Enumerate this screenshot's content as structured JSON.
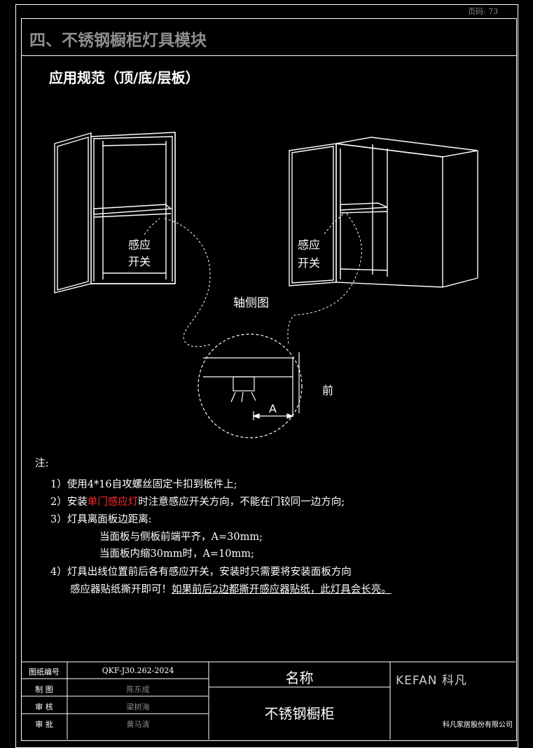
{
  "page_number": "页码: 73",
  "section_title": "四、不锈钢橱柜灯具模块",
  "sub_title": "应用规范（顶/底/层板）",
  "diagram": {
    "left_label_line1": "感应",
    "left_label_line2": "开关",
    "right_label_line1": "感应",
    "right_label_line2": "开关",
    "view_label": "轴侧图",
    "detail_front_label": "前",
    "dimension_label": "A"
  },
  "notes": {
    "heading": "注:",
    "n1": "1）使用4*16自攻螺丝固定卡扣到板件上;",
    "n2_prefix": "2）安装",
    "n2_highlight": "单门感应灯",
    "n2_suffix": "时注意感应开关方向，不能在门铰同一边方向;",
    "n3": "3）灯具离面板边距离:",
    "n3a": "当面板与侧板前端平齐，A=30mm;",
    "n3b": "当面板内缩30mm时，A=10mm;",
    "n4_line1": "4）灯具出线位置前后各有感应开关，安装时只需要将安装面板方向",
    "n4_line2_plain": "感应器贴纸撕开即可！",
    "n4_line2_underlined": "如果前后2边都撕开感应器贴纸，此灯具会长亮。"
  },
  "title_block": {
    "drawing_no_label": "图纸编号",
    "drawing_no_value": "QKF-J30.262-2024",
    "drawn_label": "制  图",
    "drawn_value": "陈东成",
    "review_label": "审  核",
    "review_value": "梁树海",
    "approve_label": "审  批",
    "approve_value": "黄马清",
    "name_label": "名称",
    "name_value": "不锈钢橱柜",
    "brand": "KEFAN 科凡",
    "company": "科凡家居股份有限公司"
  }
}
